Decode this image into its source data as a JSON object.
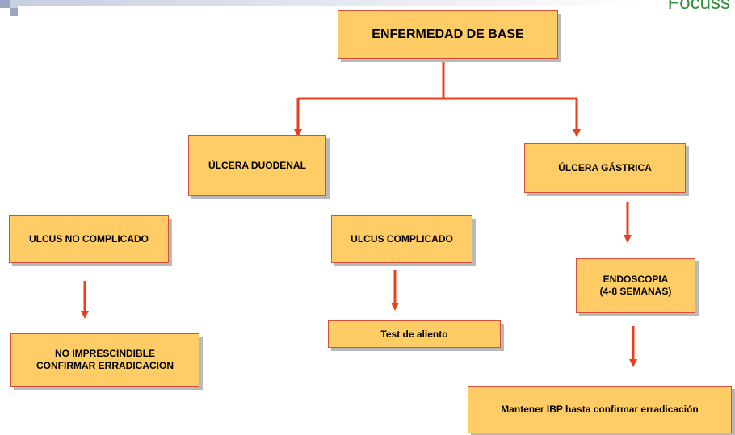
{
  "logo_text": "Focuss",
  "nodes": {
    "root": "ENFERMEDAD DE BASE",
    "ulcera_duodenal": "ÚLCERA DUODENAL",
    "ulcera_gastrica": "ÚLCERA GÁSTRICA",
    "ulcus_no_complicado": "ULCUS NO COMPLICADO",
    "ulcus_complicado": "ULCUS COMPLICADO",
    "endoscopia_line1": "ENDOSCOPIA",
    "endoscopia_line2": "(4-8 SEMANAS)",
    "no_imprescindible_line1": "NO IMPRESCINDIBLE",
    "no_imprescindible_line2": "CONFIRMAR ERRADICACION",
    "test_aliento": "Test de aliento",
    "mantener_ibp": "Mantener IBP hasta confirmar erradicación"
  },
  "colors": {
    "box_fill": "#ffcc66",
    "box_border": "#d4503a",
    "arrow": "#e8401c",
    "shadow": "#b9b9b9"
  }
}
